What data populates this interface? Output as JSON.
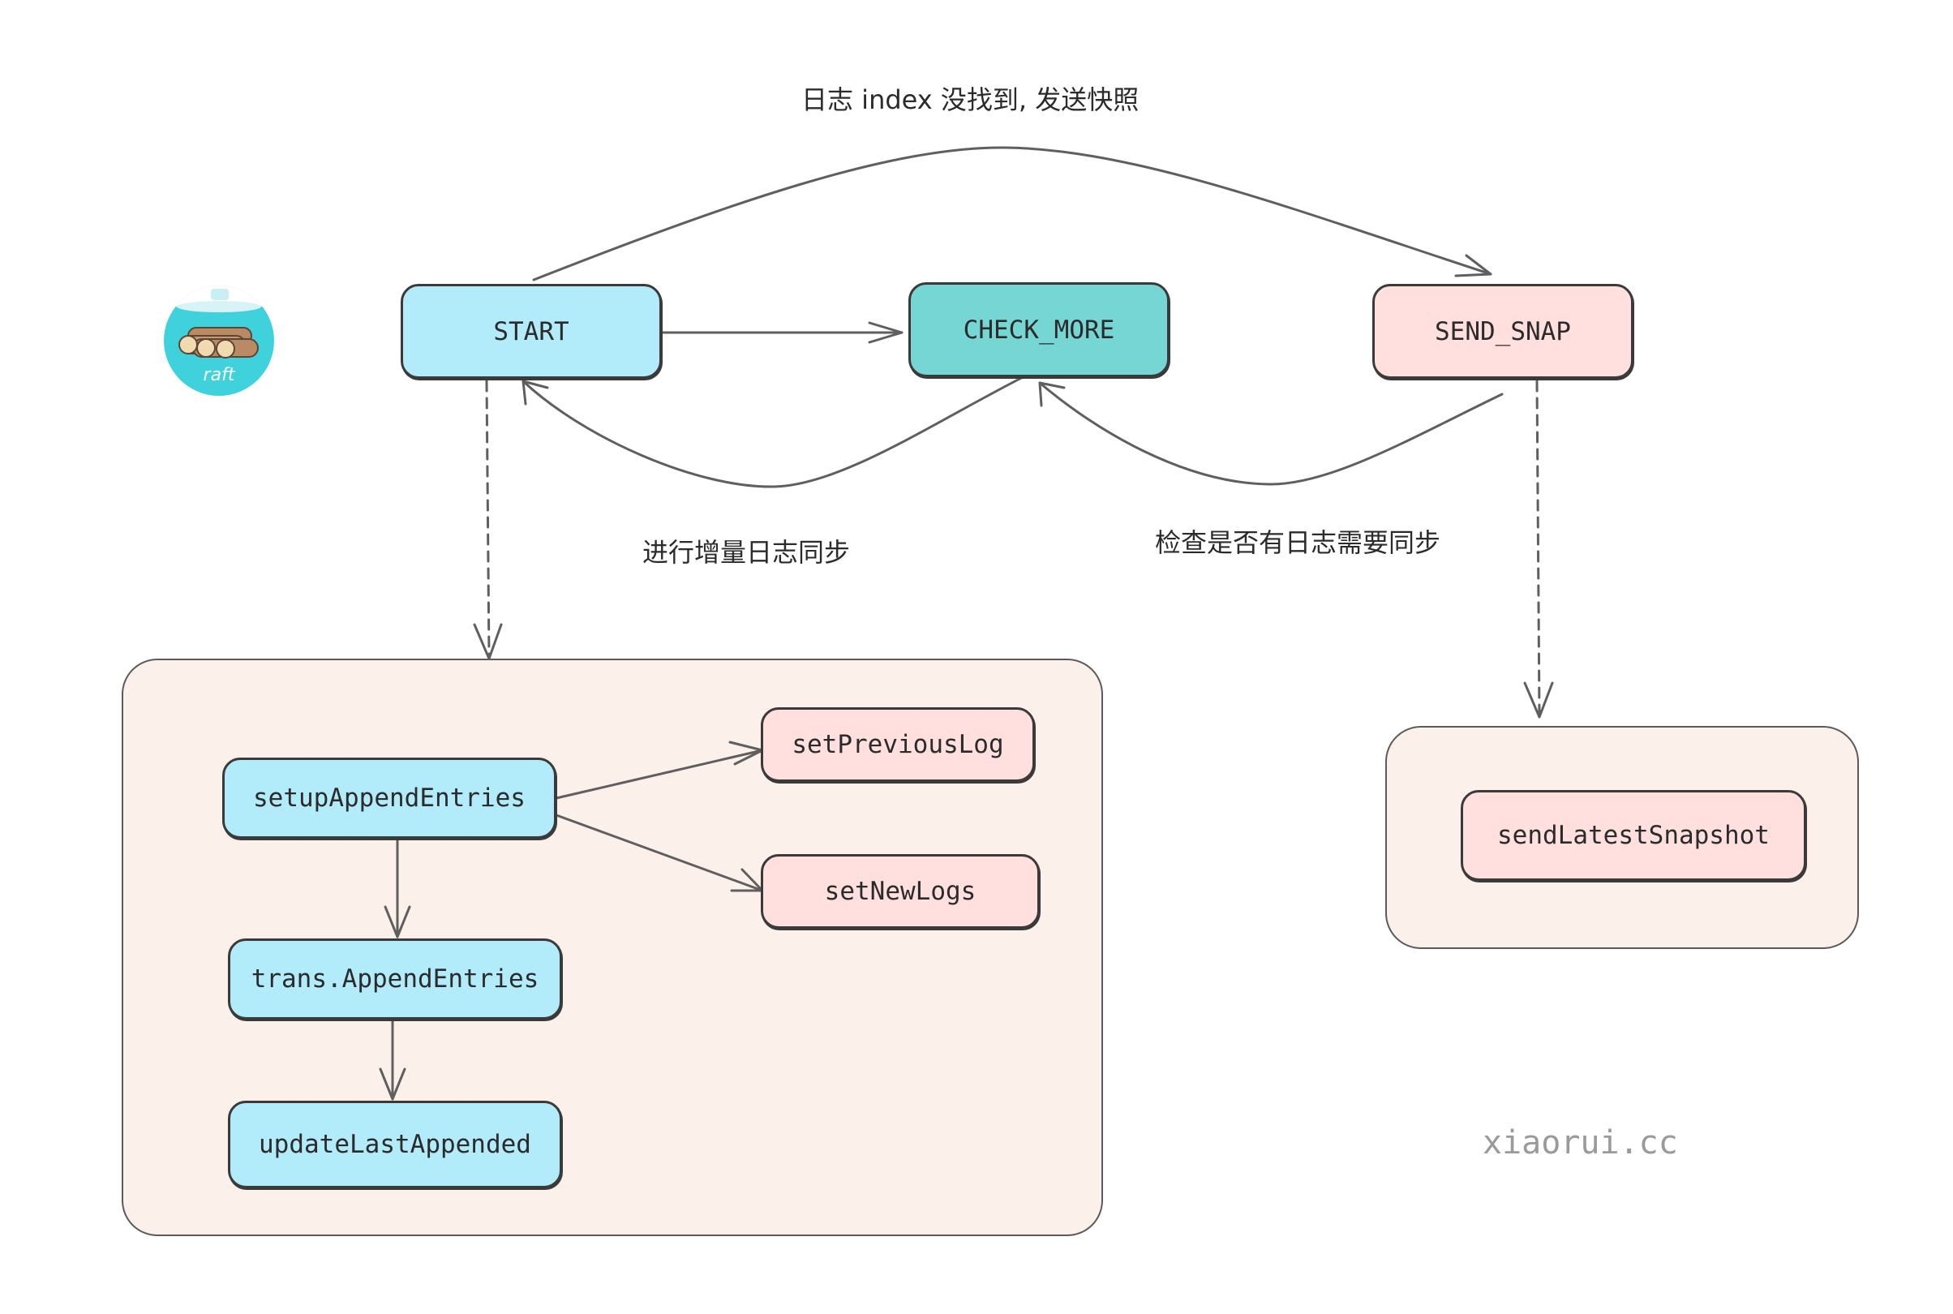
{
  "edge_labels": {
    "snapshot": "日志 index 没找到, 发送快照",
    "incremental_sync": "进行增量日志同步",
    "check_sync": "检查是否有日志需要同步"
  },
  "states": {
    "start": "START",
    "check_more": "CHECK_MORE",
    "send_snap": "SEND_SNAP"
  },
  "functions": {
    "setup_append_entries": "setupAppendEntries",
    "trans_append_entries": "trans.AppendEntries",
    "update_last_appended": "updateLastAppended",
    "set_previous_log": "setPreviousLog",
    "set_new_logs": "setNewLogs",
    "send_latest_snapshot": "sendLatestSnapshot"
  },
  "logo": {
    "text": "raft"
  },
  "watermark": "xiaorui.cc",
  "colors": {
    "start_fill": "#b2ebf9",
    "check_more_fill": "#75d6d3",
    "send_snap_fill": "#ffe0de",
    "group_fill": "#fbf0ea",
    "logo_fill": "#3fd2dc"
  }
}
